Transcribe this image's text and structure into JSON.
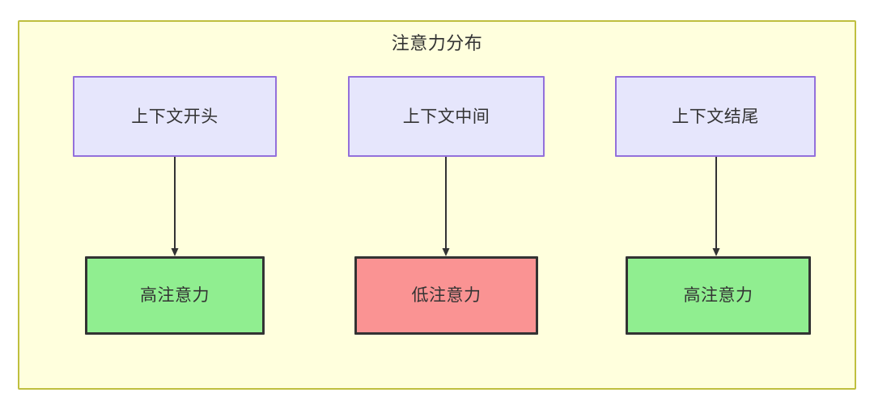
{
  "diagram": {
    "title": "注意力分布",
    "type": "flowchart",
    "direction": "top-to-bottom",
    "colors": {
      "container_fill": "#ffffdd",
      "container_border": "#bfbf3f",
      "context_fill": "#e6e6fc",
      "context_border": "#9370db",
      "high_attention_fill": "#90ee90",
      "low_attention_fill": "#fa9393",
      "node_border_dark": "#333333",
      "edge_color": "#333333",
      "text_color": "#333333"
    },
    "context_nodes": [
      {
        "id": "ctx-start",
        "label": "上下文开头"
      },
      {
        "id": "ctx-middle",
        "label": "上下文中间"
      },
      {
        "id": "ctx-end",
        "label": "上下文结尾"
      }
    ],
    "attention_nodes": [
      {
        "id": "attn-1",
        "label": "高注意力",
        "level": "high"
      },
      {
        "id": "attn-2",
        "label": "低注意力",
        "level": "low"
      },
      {
        "id": "attn-3",
        "label": "高注意力",
        "level": "high"
      }
    ],
    "edges": [
      {
        "from": "ctx-start",
        "to": "attn-1",
        "arrow": "arrow-down-icon"
      },
      {
        "from": "ctx-middle",
        "to": "attn-2",
        "arrow": "arrow-down-icon"
      },
      {
        "from": "ctx-end",
        "to": "attn-3",
        "arrow": "arrow-down-icon"
      }
    ]
  }
}
